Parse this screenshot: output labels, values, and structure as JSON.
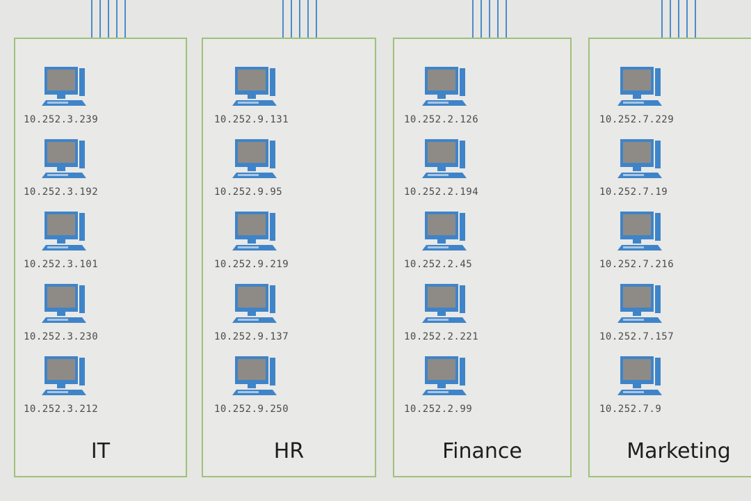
{
  "colors": {
    "group_border": "#9fc07a",
    "wire": "#4d8bc9",
    "monitor_frame": "#3f84c8",
    "screen": "#8e8b87"
  },
  "groups": [
    {
      "label": "IT",
      "hosts": [
        "10.252.3.239",
        "10.252.3.192",
        "10.252.3.101",
        "10.252.3.230",
        "10.252.3.212"
      ]
    },
    {
      "label": "HR",
      "hosts": [
        "10.252.9.131",
        "10.252.9.95",
        "10.252.9.219",
        "10.252.9.137",
        "10.252.9.250"
      ]
    },
    {
      "label": "Finance",
      "hosts": [
        "10.252.2.126",
        "10.252.2.194",
        "10.252.2.45",
        "10.252.2.221",
        "10.252.2.99"
      ]
    },
    {
      "label": "Marketing",
      "hosts": [
        "10.252.7.229",
        "10.252.7.19",
        "10.252.7.216",
        "10.252.7.157",
        "10.252.7.9"
      ]
    }
  ]
}
